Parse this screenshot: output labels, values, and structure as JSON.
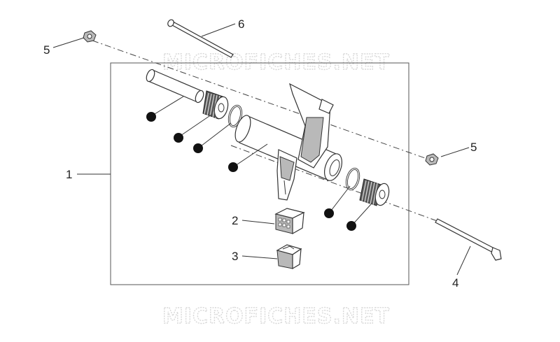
{
  "watermark": {
    "text_top": "MICROFICHES.NET",
    "text_bottom": "MICROFICHES.NET"
  },
  "callouts": {
    "c1": "1",
    "c2": "2",
    "c3": "3",
    "c4": "4",
    "c5_left": "5",
    "c5_right": "5",
    "c6": "6"
  },
  "colors": {
    "line": "#333333",
    "frame": "#555555",
    "part_fill": "#ffffff",
    "shade": "#b9b9b9",
    "watermark": "#d8d8d8"
  }
}
